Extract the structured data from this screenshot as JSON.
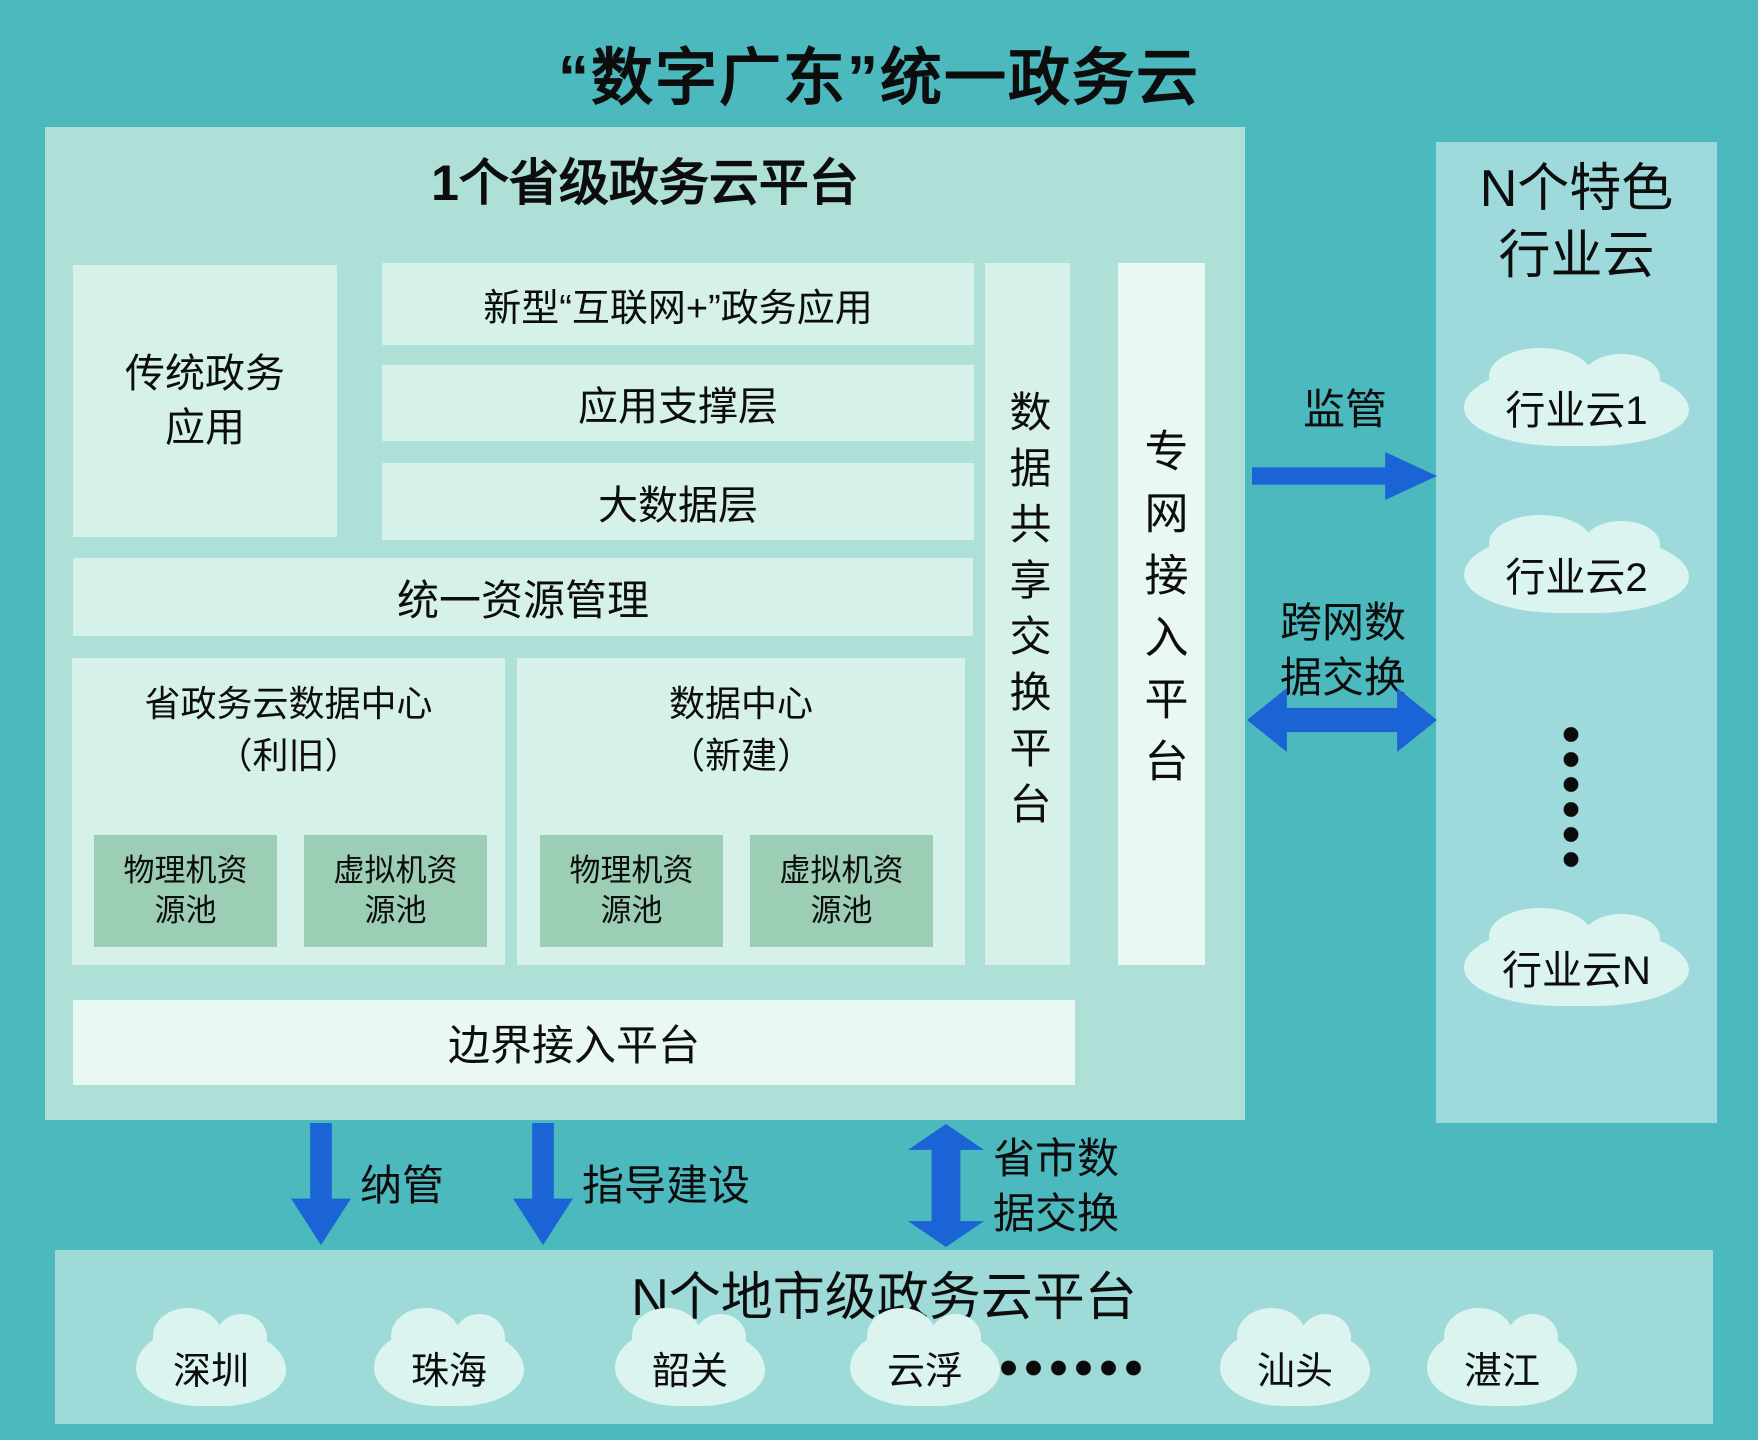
{
  "title": "“数字广东”统一政务云",
  "provincial": {
    "header": "1个省级政务云平台",
    "traditional_app": "传统政务应用",
    "layers": [
      "新型“互联网+”政务应用",
      "应用支撑层",
      "大数据层"
    ],
    "unified_resource": "统一资源管理",
    "data_centers": [
      {
        "name": "省政务云数据中心",
        "note": "（利旧）",
        "pools": [
          "物理机资源池",
          "虚拟机资源池"
        ]
      },
      {
        "name": "数据中心",
        "note": "（新建）",
        "pools": [
          "物理机资源池",
          "虚拟机资源池"
        ]
      }
    ],
    "share_platform": "数据共享交换平台",
    "private_platform": "专网接入平台",
    "border_platform": "边界接入平台"
  },
  "industry": {
    "title": "N个特色行业云",
    "clouds": [
      "行业云1",
      "行业云2",
      "行业云N"
    ]
  },
  "city": {
    "title": "N个地市级政务云平台",
    "cities": [
      "深圳",
      "珠海",
      "韶关",
      "云浮",
      "汕头",
      "湛江"
    ]
  },
  "connections": {
    "supervise": "监管",
    "cross_network_exchange": "跨网数据交换",
    "manage": "纳管",
    "guide_build": "指导建设",
    "province_city_exchange": "省市数据交换"
  },
  "icons": {
    "industry_more": "vertical-ellipsis-icon",
    "city_more": "horizontal-ellipsis-icon",
    "supervise": "right-arrow-icon",
    "cross_network": "double-horizontal-arrow-icon",
    "manage": "down-arrow-icon",
    "guide_build": "down-arrow-icon",
    "province_city": "double-vertical-arrow-icon"
  },
  "colors": {
    "background": "#4cb9be",
    "panel_mint": "#aee0d8",
    "inner_box": "#d6f0ea",
    "bright_box": "#eaf8f3",
    "pool_green": "#9ccdb5",
    "side_panel": "#9edadb",
    "bottom_panel": "#9edbd8",
    "cloud": "#dbf4ef",
    "arrow_blue": "#1b64d6",
    "text": "#0d0d0d"
  }
}
